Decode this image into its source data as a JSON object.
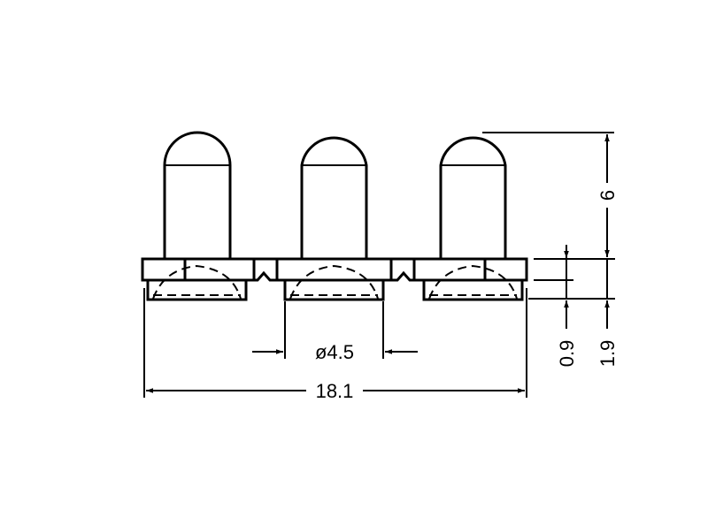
{
  "drawing": {
    "led_count": 3,
    "dimensions": {
      "height_led": "6",
      "total_width": "18.1",
      "base_diameter": "ø4.5",
      "strip_thickness": "0.9",
      "total_base_height": "1.9"
    },
    "colors": {
      "line": "#000000",
      "background": "#ffffff"
    }
  }
}
